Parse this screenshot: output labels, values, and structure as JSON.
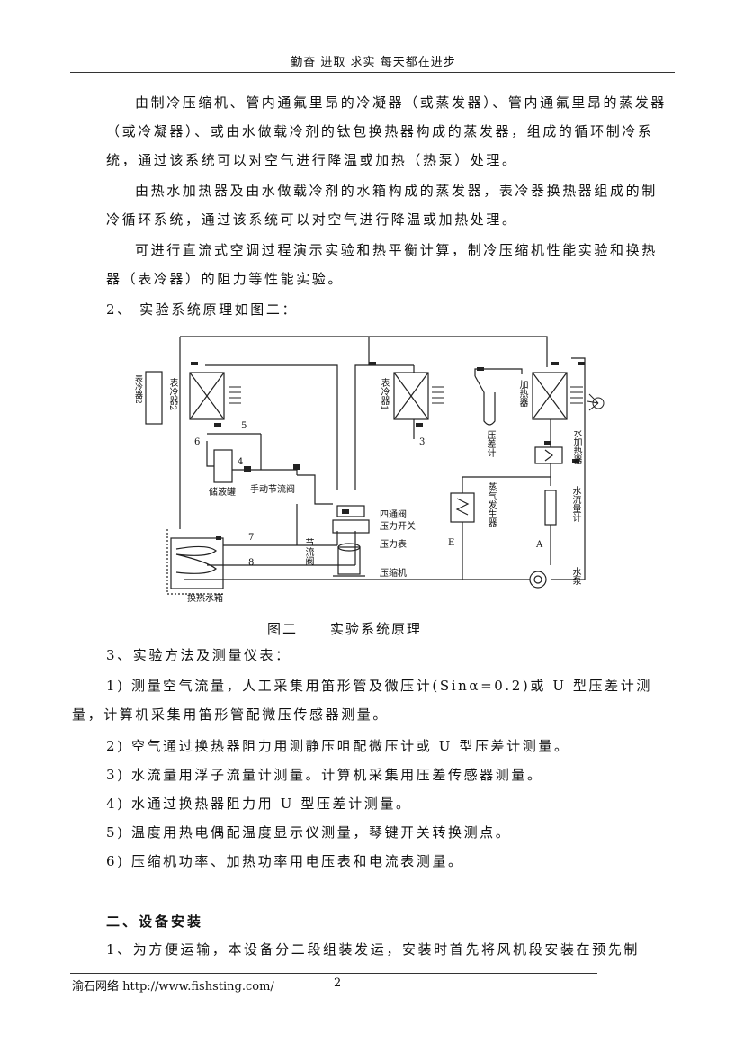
{
  "header": "勤奋 进取 求实 每天都在进步",
  "paragraphs": [
    "由制冷压缩机、管内通氟里昂的冷凝器（或蒸发器）、管内通氟里昂的蒸发器（或冷凝器）、或由水做载冷剂的钛包换热器构成的蒸发器，组成的循环制冷系统，通过该系统可以对空气进行降温或加热（热泵）处理。",
    "由热水加热器及由水做载冷剂的水箱构成的蒸发器，表冷器换热器组成的制冷循环系统，通过该系统可以对空气进行降温或加热处理。",
    "可进行直流式空调过程演示实验和热平衡计算，制冷压缩机性能实验和换热器（表冷器）的阻力等性能实验。"
  ],
  "item2": "2、 实验系统原理如图二：",
  "diagram": {
    "labels": {
      "cooler2_left": "表冷器2",
      "cooler2_right": "表冷器2",
      "cooler1": "表冷器1",
      "heater": "加热器",
      "pressure_gauge": "压差计",
      "water_heater": "水加热器",
      "steam_generator": "蒸气发生器",
      "flow_meter": "水流量计",
      "liquid_tank": "储液罐",
      "manual_valve": "手动节流阀",
      "four_way_valve": "四通阀",
      "pressure_switch": "压力开关",
      "pressure_meter": "压力表",
      "throttle_valve": "节流阀",
      "compressor": "压缩机",
      "water_pump": "水泵",
      "water_tank": "换热水箱",
      "num5": "5",
      "num6": "6",
      "num4": "4",
      "num3": "3",
      "num7": "7",
      "num8": "8",
      "numE": "E",
      "numA": "A"
    },
    "caption_fig": "图二",
    "caption_title": "实验系统原理"
  },
  "item3": "3、实验方法及测量仪表：",
  "list": [
    "1) 测量空气流量，人工采集用笛形管及微压计(Sinα=0.2)或 U 型压差计测量，计算机采集用笛形管配微压传感器测量。",
    "2) 空气通过换热器阻力用测静压咀配微压计或 U 型压差计测量。",
    "3) 水流量用浮子流量计测量。计算机采集用压差传感器测量。",
    "4) 水通过换热器阻力用 U 型压差计测量。",
    "5) 温度用热电偶配温度显示仪测量，琴键开关转换测点。",
    "6) 压缩机功率、加热功率用电压表和电流表测量。"
  ],
  "section_title": "二、设备安装",
  "last_para": "1、为方便运输，本设备分二段组装发运，安装时首先将风机段安装在预先制",
  "footer": "渝石网络 http://www.fishsting.com/",
  "page_number": "2"
}
